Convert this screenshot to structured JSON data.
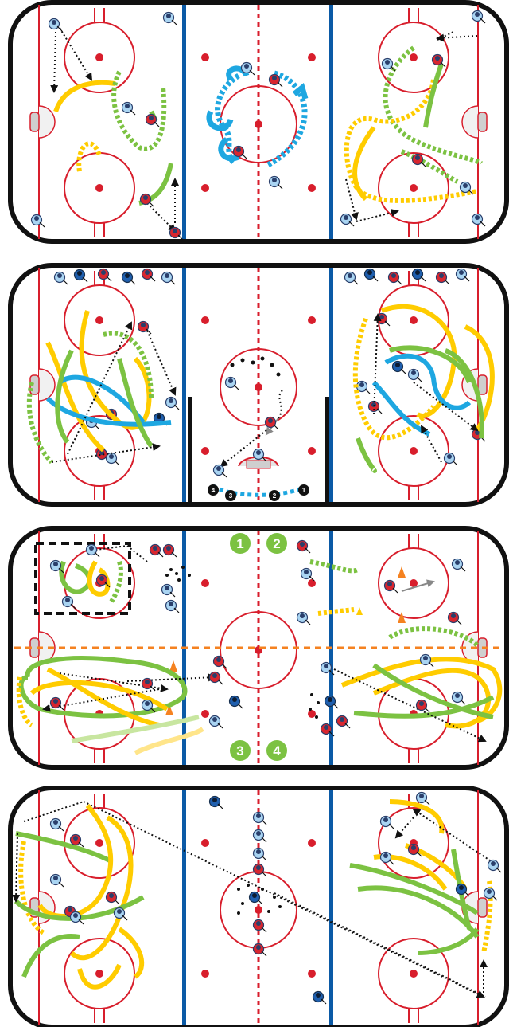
{
  "colors": {
    "rink_border": "#111111",
    "red_line": "#d81e2c",
    "blue_line": "#0b5aa6",
    "crease": "#f1f1f1",
    "yellow_path": "#ffcc00",
    "green_path": "#7cc242",
    "blue_path": "#1ea7e1",
    "cone": "#f58220",
    "player_light": "#a9d4f2",
    "player_dark": "#1f5fae",
    "player_red": "#d8262f"
  },
  "rinks": [
    {
      "name": "rink-1-drill",
      "icons": [
        "player-icon",
        "puck-icon"
      ]
    },
    {
      "name": "rink-2-drill",
      "icons": [
        "player-icon",
        "net-icon"
      ]
    },
    {
      "name": "rink-3-drill",
      "icons": [
        "player-icon",
        "cone-icon"
      ]
    },
    {
      "name": "rink-4-drill",
      "icons": [
        "player-icon",
        "puck-icon"
      ]
    }
  ],
  "rink2": {
    "line_order": [
      "4",
      "3",
      "2",
      "1"
    ]
  },
  "rink3": {
    "stations": [
      "1",
      "2",
      "3",
      "4"
    ]
  }
}
